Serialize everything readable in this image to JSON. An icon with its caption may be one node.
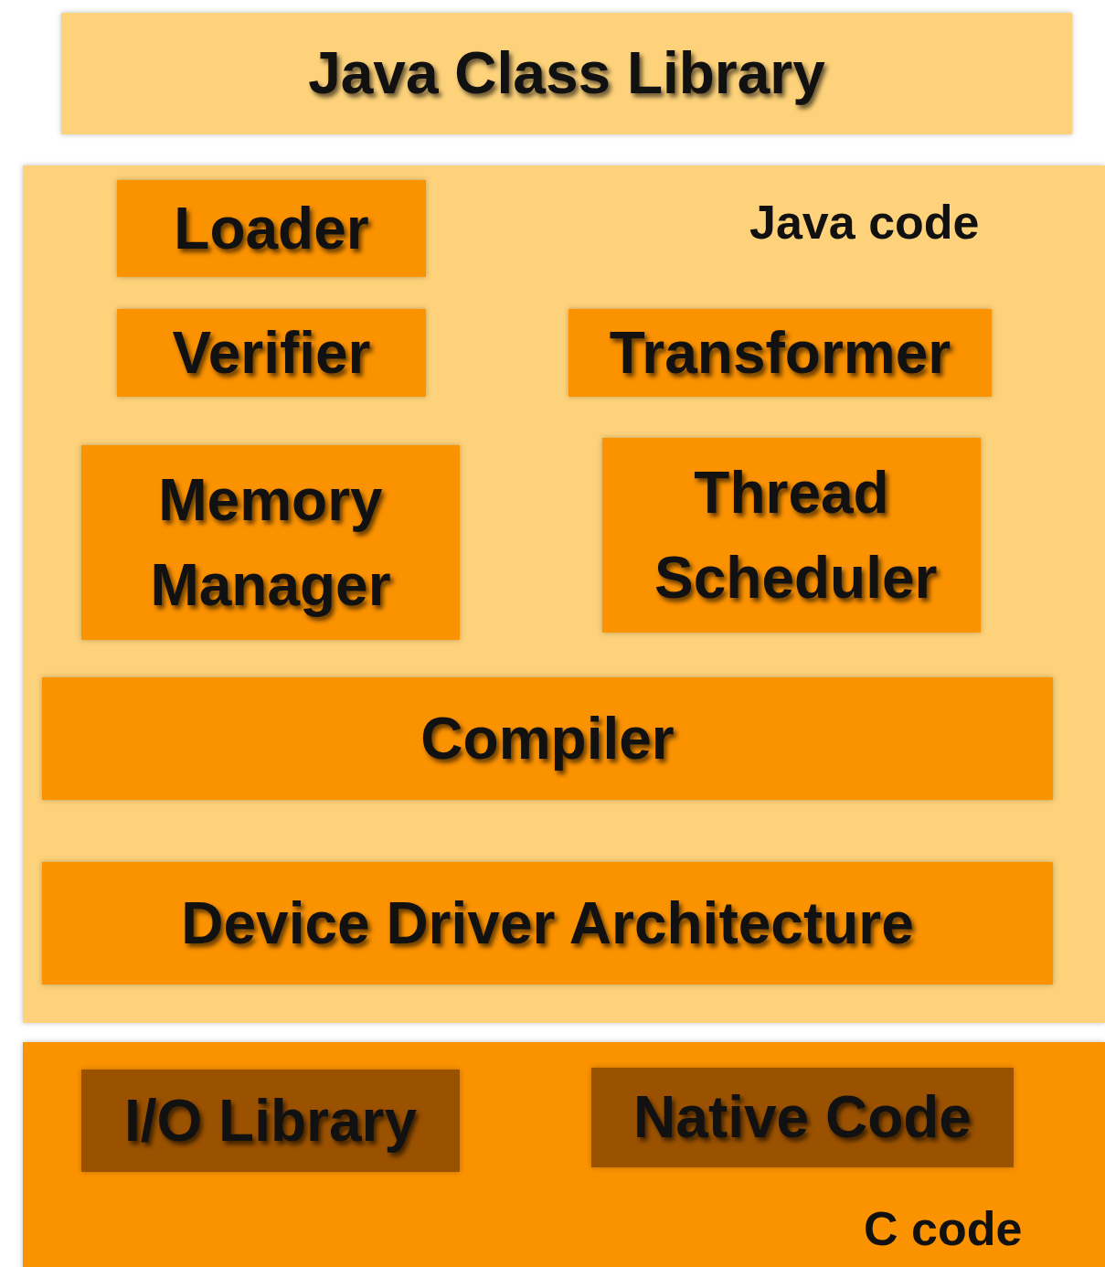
{
  "diagram": {
    "nodes": [
      {
        "text": [
          "Java Class Library"
        ]
      },
      {
        "text": [
          "Java code"
        ]
      },
      {
        "text": [
          "Loader"
        ],
        "in": 1
      },
      {
        "text": [
          "Verifier"
        ],
        "in": 1
      },
      {
        "text": [
          "Transformer"
        ],
        "in": 1
      },
      {
        "text": [
          "Memory Manager"
        ],
        "in": 1
      },
      {
        "text": [
          "Thread Scheduler"
        ],
        "in": 1
      },
      {
        "text": [
          "Compiler"
        ],
        "in": 1
      },
      {
        "text": [
          "Device Driver Architecture"
        ],
        "in": 1
      },
      {
        "text": [
          "C code"
        ]
      },
      {
        "text": [
          "I/O Library"
        ],
        "in": 9
      },
      {
        "text": [
          "Native Code"
        ],
        "in": 9
      }
    ]
  }
}
